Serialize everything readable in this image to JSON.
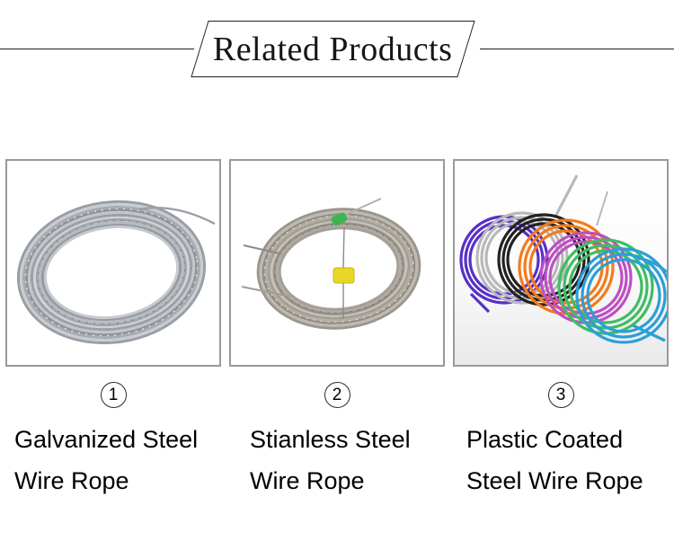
{
  "header": {
    "title": "Related Products"
  },
  "products": [
    {
      "number": "1",
      "name_line1": "Galvanized Steel",
      "name_line2": "Wire Rope",
      "image": "galvanized-steel-wire-rope-coil-photo"
    },
    {
      "number": "2",
      "name_line1": "Stianless Steel",
      "name_line2": "Wire Rope",
      "image": "stainless-steel-wire-rope-coil-photo"
    },
    {
      "number": "3",
      "name_line1": "Plastic Coated",
      "name_line2": "Steel Wire Rope",
      "image": "plastic-coated-colored-wire-ropes-photo"
    }
  ],
  "colors": {
    "panel_border": "#999999",
    "header_line": "#1f1f1f",
    "text": "#000000",
    "tag_yellow": "#e8d825",
    "clip_green": "#3cb54e",
    "coil_purple": "#5630c8",
    "coil_silver": "#b9b9b9",
    "coil_black": "#212121",
    "coil_orange": "#f57a1a",
    "coil_magenta": "#bd4fc4",
    "coil_green": "#3fbd62",
    "coil_blue": "#2b9fd8"
  }
}
